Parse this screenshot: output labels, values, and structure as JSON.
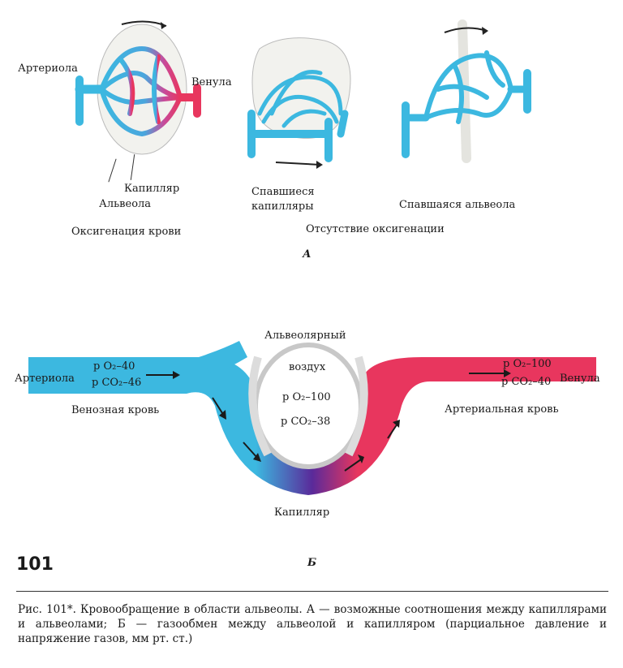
{
  "panel_a": {
    "labels": {
      "arteriole": "Артериола",
      "venule": "Венула",
      "capillary": "Капилляр",
      "alveolus": "Альвеола",
      "collapsed_capillaries_line1": "Спавшиеся",
      "collapsed_capillaries_line2": "капилляры",
      "collapsed_alveolus": "Спавшаяся альвеола"
    },
    "captions": {
      "oxygenation": "Оксигенация крови",
      "no_oxygenation": "Отсутствие оксигенации"
    },
    "letter": "А"
  },
  "panel_b": {
    "labels": {
      "alveolar_air_line1": "Альвеолярный",
      "alveolar_air_line2": "воздух",
      "arteriole": "Артериола",
      "venule": "Венула",
      "venous_blood": "Венозная кровь",
      "arterial_blood": "Артериальная кровь",
      "capillary": "Капилляр"
    },
    "venous_values": {
      "po2": "р O₂–40",
      "pco2": "р CO₂–46"
    },
    "arterial_values": {
      "po2": "р O₂–100",
      "pco2": "р CO₂–40"
    },
    "alveolar_values": {
      "po2": "р O₂–100",
      "pco2": "р CO₂–38"
    },
    "letter": "Б"
  },
  "figure_number": "101",
  "caption": "Рис. 101*. Кровообращение в области альвеолы. А — возможные соотношения между капиллярами и альвеолами; Б — газообмен между альвеолой и капилляром (парциальное давление и напряжение газов, мм рт. ст.)",
  "colors": {
    "venous": "#3cb8e0",
    "arterial": "#e8365e",
    "capillary_mix": "#5a2a9a",
    "alveolus_fill": "#f2f2ee",
    "outline": "#2a5f7a"
  }
}
